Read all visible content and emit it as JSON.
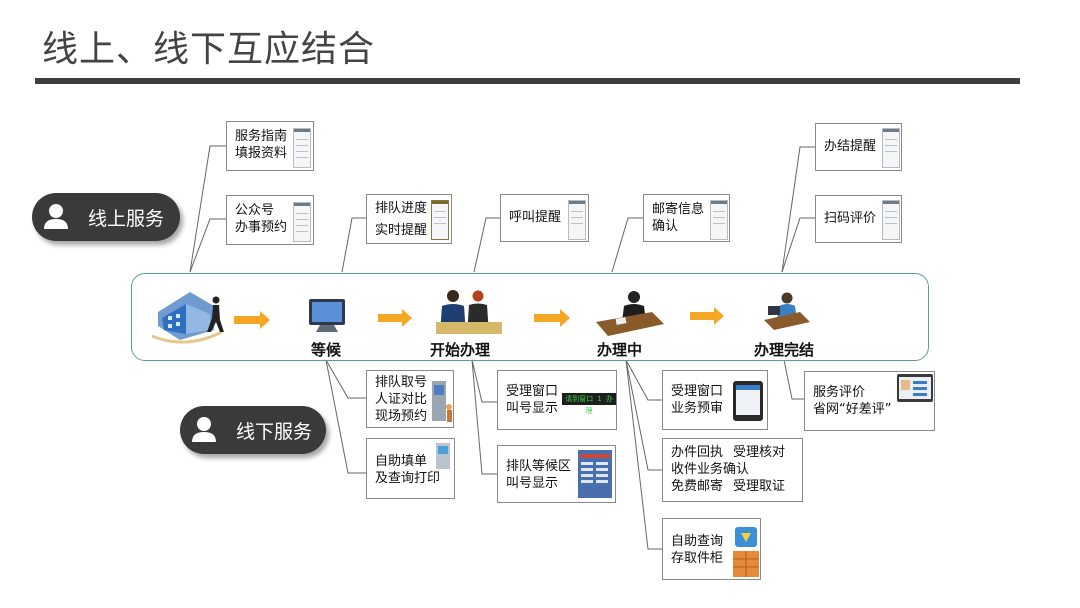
{
  "title": "线上、线下互应结合",
  "online_label": "线上服务",
  "offline_label": "线下服务",
  "stages": [
    "等候",
    "开始办理",
    "办理中",
    "办理完结"
  ],
  "online_cards": {
    "guide": [
      "服务指南",
      "填报资料"
    ],
    "wechat": [
      "公众号",
      "办事预约"
    ],
    "queue": [
      "排队进度",
      "实时提醒"
    ],
    "call": "呼叫提醒",
    "mail": [
      "邮寄信息",
      "确认"
    ],
    "done": "办结提醒",
    "scan": "扫码评价"
  },
  "offline_cards": {
    "ticket": [
      "排队取号",
      "人证对比",
      "现场预约"
    ],
    "selfprint": [
      "自助填单",
      "及查询打印"
    ],
    "window_display": [
      "受理窗口",
      "叫号显示"
    ],
    "lcd_ticker": "请到窗口 1 办理",
    "waiting_display": [
      "排队等候区",
      "叫号显示"
    ],
    "window_review": [
      "受理窗口",
      "业务预审"
    ],
    "receipt": [
      "办件回执",
      "受理核对",
      "收件业务确认",
      "免费邮寄",
      "受理取证"
    ],
    "locker": [
      "自助查询",
      "存取件柜"
    ],
    "rating": [
      "服务评价",
      "省网“好差评”"
    ]
  },
  "colors": {
    "pill": "#3a3a3a",
    "frame": "#5a9e9a",
    "arrow": "#f5a623",
    "line": "#555555"
  }
}
